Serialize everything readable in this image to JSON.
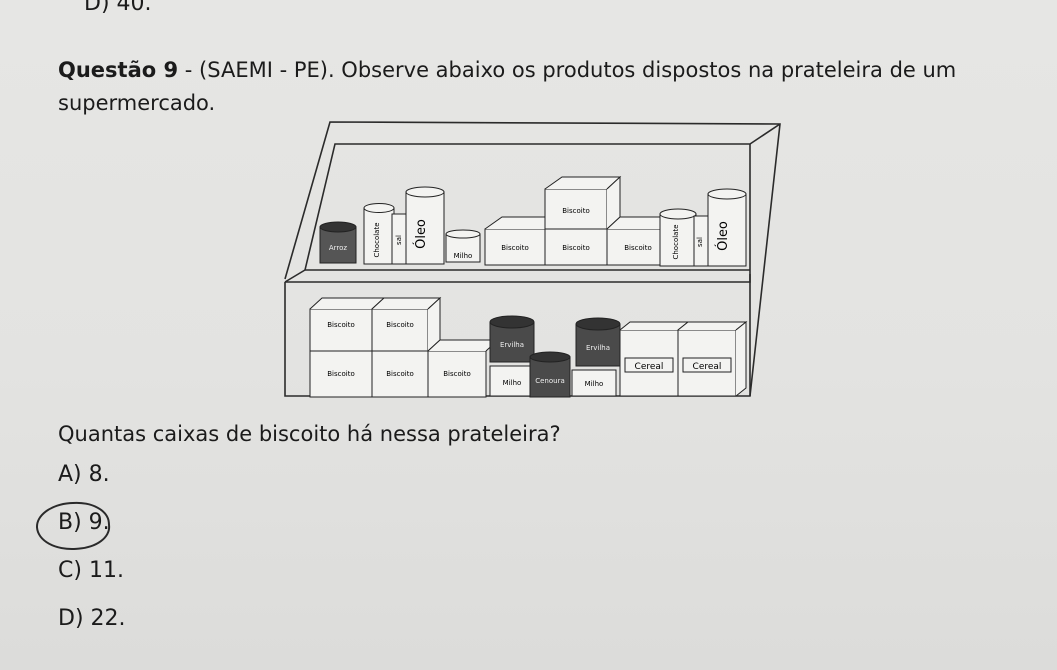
{
  "previous_option": "D) 40.",
  "question": {
    "number_label": "Questão 9",
    "text": " - (SAEMI - PE). Observe abaixo os produtos dispostos na prateleira de um supermercado."
  },
  "figure": {
    "top_shelf_labels": {
      "arroz": "Arroz",
      "biscoito": "Biscoito",
      "milho": "Milho",
      "oleo": "Óleo",
      "sal": "sal",
      "chocolate": "Chocolate"
    },
    "bottom_shelf_labels": {
      "biscoito": "Biscoito",
      "cereal": "Cereal",
      "milho": "Milho",
      "ervilha": "Ervilha",
      "cenoura": "Cenoura"
    }
  },
  "prompt": "Quantas caixas de biscoito há nessa prateleira?",
  "options": [
    {
      "letter": "A)",
      "value": " 8."
    },
    {
      "letter": "B)",
      "value": " 9."
    },
    {
      "letter": "C)",
      "value": " 11."
    },
    {
      "letter": "D)",
      "value": " 22."
    }
  ],
  "colors": {
    "ink": "#1b1b1b",
    "can_dark": "#4a4a4a",
    "box_fill": "#f2f2f0"
  }
}
